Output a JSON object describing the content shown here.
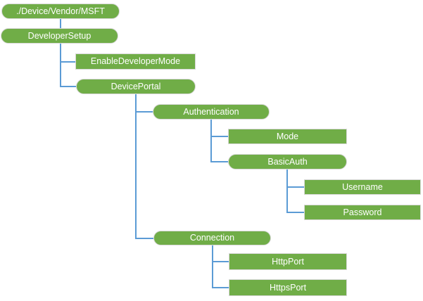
{
  "diagram": {
    "type": "tree",
    "nodes": [
      {
        "id": "root",
        "label": "./Device/Vendor/MSFT",
        "shape": "rounded",
        "parent": null
      },
      {
        "id": "developersetup",
        "label": "DeveloperSetup",
        "shape": "rounded",
        "parent": "root"
      },
      {
        "id": "enabledevelopermode",
        "label": "EnableDeveloperMode",
        "shape": "rect",
        "parent": "developersetup"
      },
      {
        "id": "deviceportal",
        "label": "DevicePortal",
        "shape": "rounded",
        "parent": "developersetup"
      },
      {
        "id": "authentication",
        "label": "Authentication",
        "shape": "rounded",
        "parent": "deviceportal"
      },
      {
        "id": "mode",
        "label": "Mode",
        "shape": "rect",
        "parent": "authentication"
      },
      {
        "id": "basicauth",
        "label": "BasicAuth",
        "shape": "rounded",
        "parent": "authentication"
      },
      {
        "id": "username",
        "label": "Username",
        "shape": "rect",
        "parent": "basicauth"
      },
      {
        "id": "password",
        "label": "Password",
        "shape": "rect",
        "parent": "basicauth"
      },
      {
        "id": "connection",
        "label": "Connection",
        "shape": "rounded",
        "parent": "deviceportal"
      },
      {
        "id": "httpport",
        "label": "HttpPort",
        "shape": "rect",
        "parent": "connection"
      },
      {
        "id": "httpsport",
        "label": "HttpsPort",
        "shape": "rect",
        "parent": "connection"
      }
    ],
    "colors": {
      "node_fill": "#70AD47",
      "node_border": "#D8D8D8",
      "node_text": "#FFFFFF",
      "connector": "#5B9BD5",
      "background": "#FFFFFF"
    }
  }
}
